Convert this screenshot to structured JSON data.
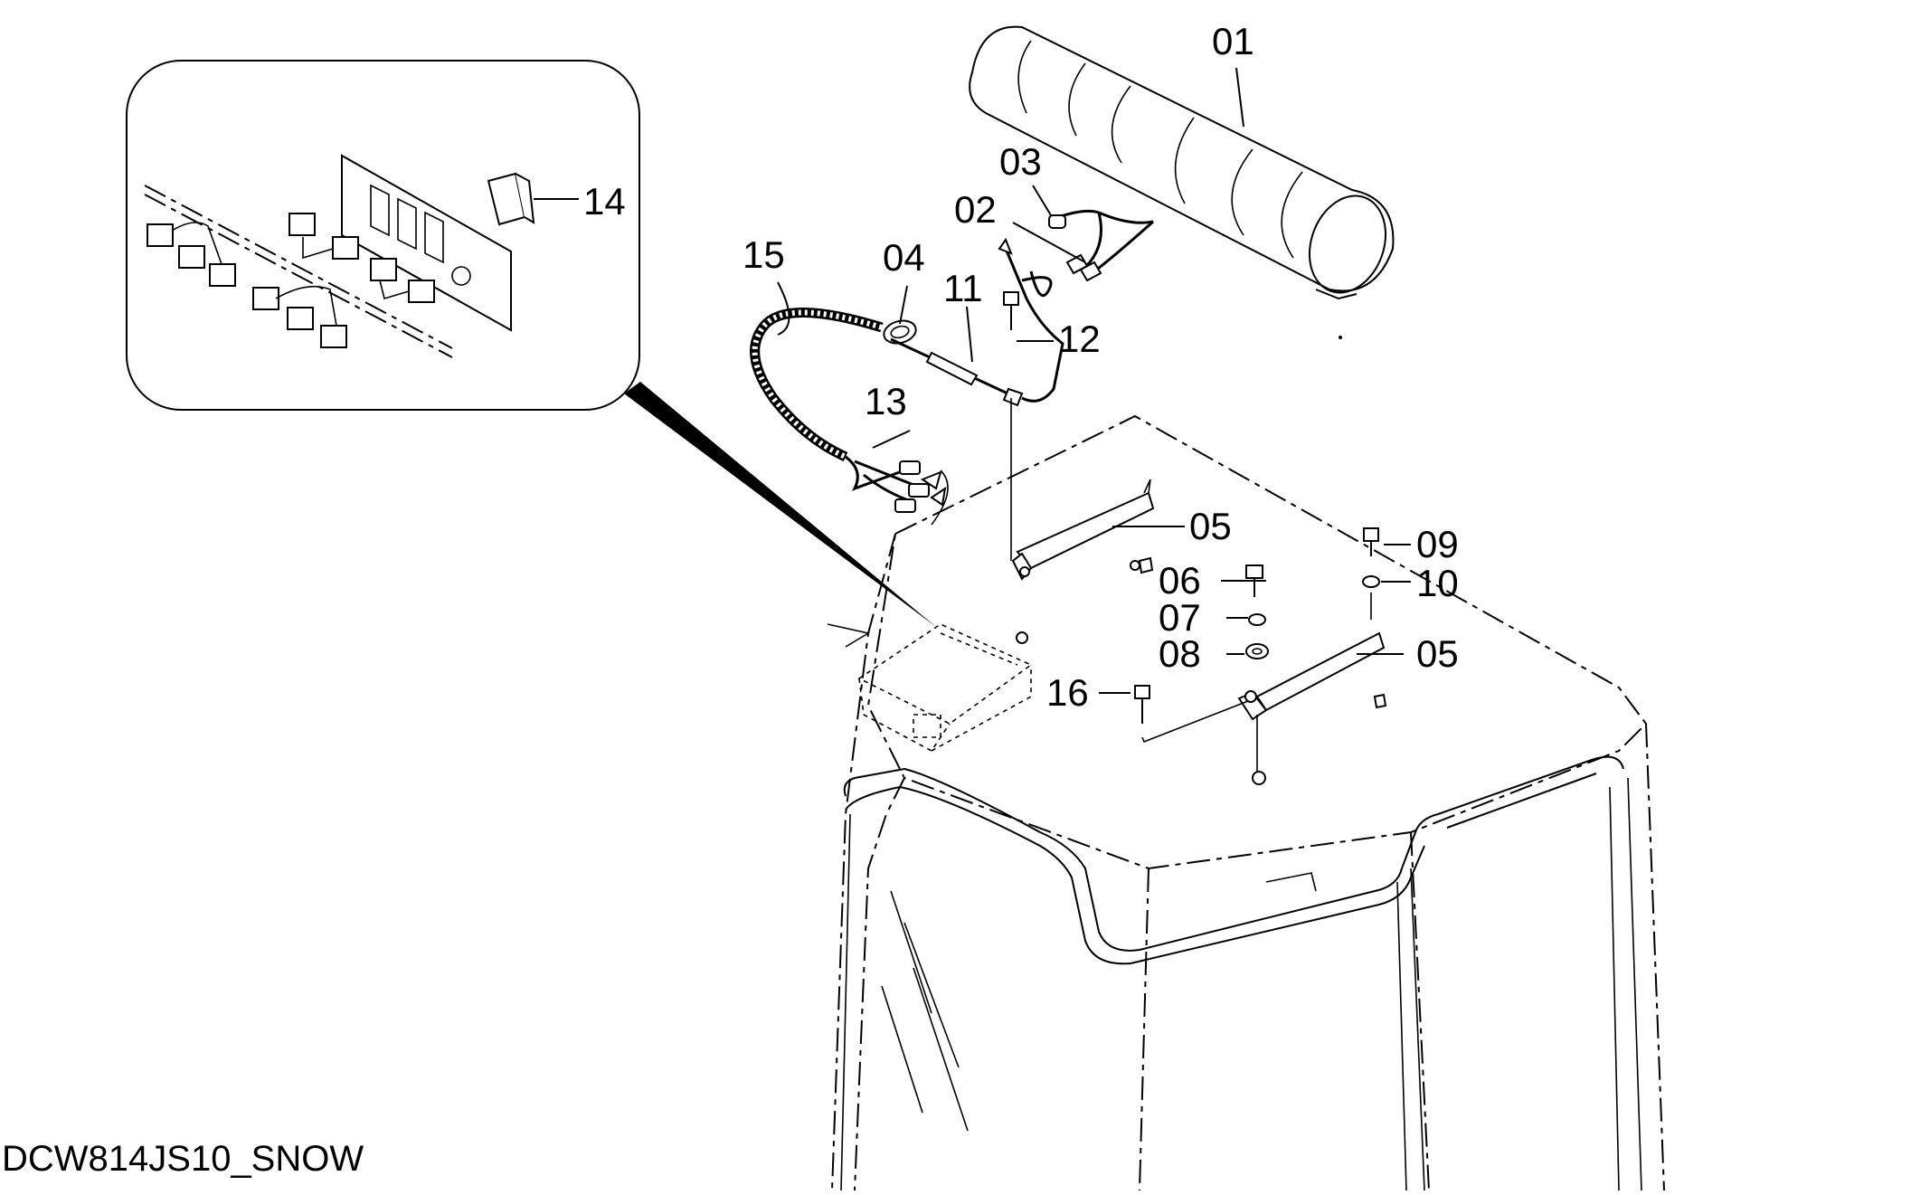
{
  "diagram": {
    "caption": "DCW814JS10_SNOW",
    "callouts": {
      "c01": "01",
      "c02": "02",
      "c03": "03",
      "c04": "04",
      "c05a": "05",
      "c05b": "05",
      "c06": "06",
      "c07": "07",
      "c08": "08",
      "c09": "09",
      "c10": "10",
      "c11": "11",
      "c12": "12",
      "c13": "13",
      "c14": "14",
      "c15": "15",
      "c16": "16"
    }
  }
}
